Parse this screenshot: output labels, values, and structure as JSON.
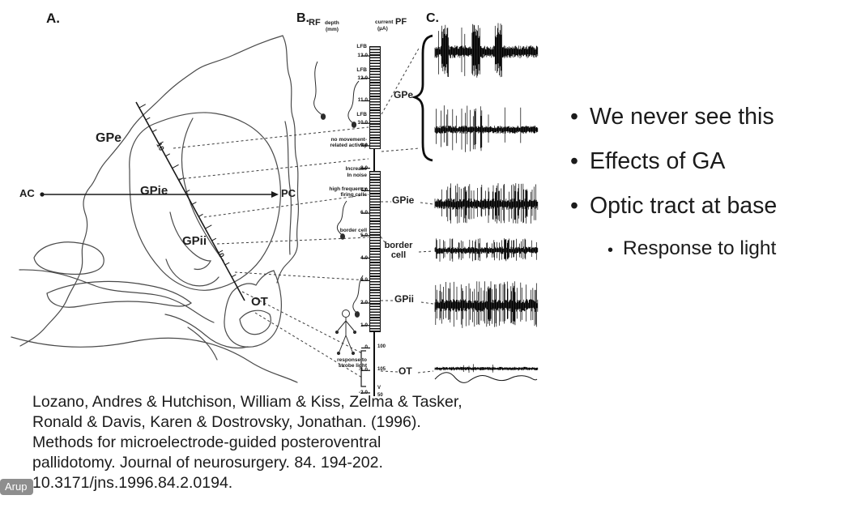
{
  "slide": {
    "bullets": [
      {
        "text": "We never see this",
        "level": 1
      },
      {
        "text": "Effects of GA",
        "level": 1
      },
      {
        "text": "Optic tract at base",
        "level": 1
      },
      {
        "text": "Response to light",
        "level": 2
      }
    ],
    "citation_lines": [
      "Lozano, Andres & Hutchison, William & Kiss, Zelma & Tasker,",
      "Ronald & Davis, Karen & Dostrovsky, Jonathan. (1996).",
      "Methods for microelectrode-guided posteroventral",
      "pallidotomy. Journal of neurosurgery. 84. 194-202.",
      "10.3171/jns.1996.84.2.0194."
    ],
    "badge": "Arup"
  },
  "figure": {
    "panelA": {
      "label": "A.",
      "regions": {
        "gpe": "GPe",
        "gpie": "GPie",
        "gpii": "GPii",
        "ot": "OT"
      },
      "ac": "AC",
      "pc": "PC",
      "track_mark_10": "10",
      "track_mark_0": "0"
    },
    "panelB": {
      "label": "B.",
      "header": {
        "rf": "RF",
        "depth": "depth",
        "mm": "(mm)",
        "current": "current",
        "pf": "PF",
        "ua": "(µA)"
      },
      "ticks": [
        "13.0",
        "12.0",
        "11.0",
        "10.0",
        "9.0",
        "8.0",
        "7.0",
        "6.0",
        "5.0",
        "4.0",
        "3.0",
        "2.0",
        "1.0",
        "0",
        "-1.0",
        "-2.0"
      ],
      "current_marks": [
        {
          "text": "100",
          "depth": 0.05
        },
        {
          "text": "105",
          "depth": -0.95
        },
        {
          "text": "V",
          "depth": -1.8
        },
        {
          "text": "50",
          "depth": -2.1
        }
      ],
      "annotations": [
        {
          "lines": [
            "LFB"
          ],
          "depth": 13.4
        },
        {
          "lines": [
            "LFB"
          ],
          "depth": 12.35
        },
        {
          "lines": [
            "LFB"
          ],
          "depth": 10.35
        },
        {
          "lines": [
            "no movement-",
            "related activity"
          ],
          "depth": 9.25
        },
        {
          "lines": [
            "Increase",
            "In noise"
          ],
          "depth": 7.95
        },
        {
          "lines": [
            "high frequency",
            "firing cells"
          ],
          "depth": 7.05
        },
        {
          "lines": [
            "border cell"
          ],
          "depth": 5.2
        },
        {
          "lines": [
            "response to",
            "strobe light"
          ],
          "depth": -0.55
        }
      ]
    },
    "panelC": {
      "label": "C.",
      "groups": [
        {
          "label": "GPe"
        },
        {
          "label": "GPie"
        },
        {
          "label": "border cell"
        },
        {
          "label": "GPii"
        },
        {
          "label": "OT"
        }
      ],
      "traces": [
        {
          "name": "GPe unit 1",
          "style": "bursting"
        },
        {
          "name": "GPe unit 2",
          "style": "irregular"
        },
        {
          "name": "GPie unit",
          "style": "tonic-dense"
        },
        {
          "name": "border cell",
          "style": "moderate"
        },
        {
          "name": "GPii unit",
          "style": "tonic-dense"
        },
        {
          "name": "optic tract",
          "style": "low-amplitude"
        }
      ]
    }
  }
}
